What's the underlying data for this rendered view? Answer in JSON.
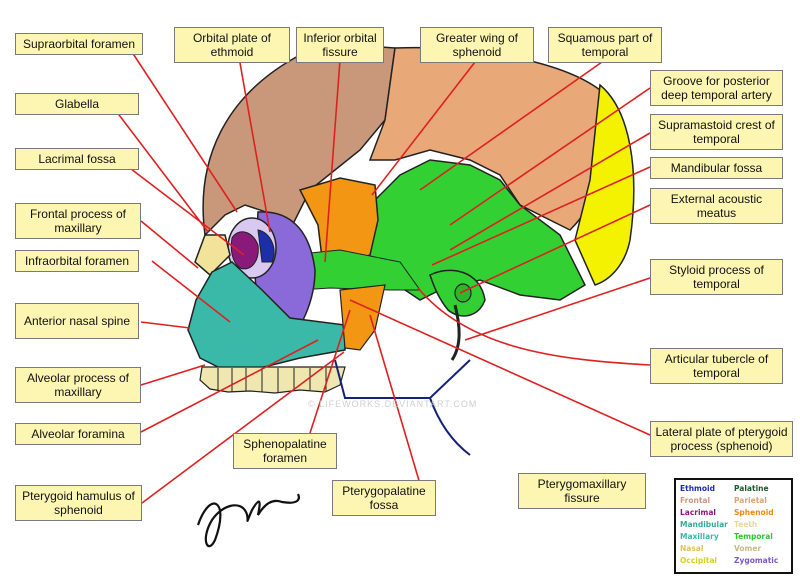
{
  "labels": {
    "supraorbital_foramen": "Supraorbital foramen",
    "orbital_plate_of_ethmoid": "Orbital plate of ethmoid",
    "inferior_orbital_fissure": "Inferior orbital fissure",
    "greater_wing_of_sphenoid": "Greater wing of sphenoid",
    "squamous_part_of_temporal": "Squamous part of temporal",
    "glabella": "Glabella",
    "groove_posterior_deep_temporal_artery": "Groove for posterior deep temporal artery",
    "lacrimal_fossa": "Lacrimal fossa",
    "supramastoid_crest_of_temporal": "Supramastoid crest of temporal",
    "mandibular_fossa": "Mandibular fossa",
    "frontal_process_of_maxillary": "Frontal process of maxillary",
    "external_acoustic_meatus": "External acoustic meatus",
    "infraorbital_foramen": "Infraorbital foramen",
    "styloid_process_of_temporal": "Styloid process of temporal",
    "anterior_nasal_spine": "Anterior nasal spine",
    "alveolar_process_of_maxillary": "Alveolar process of maxillary",
    "articular_tubercle_of_temporal": "Articular tubercle of temporal",
    "alveolar_foramina": "Alveolar foramina",
    "lateral_plate_of_pterygoid": "Lateral plate of pterygoid process (sphenoid)",
    "sphenopalatine_foramen": "Sphenopalatine foramen",
    "pterygoid_hamulus_of_sphenoid": "Pterygoid hamulus of sphenoid",
    "pterygopalatine_fossa": "Pterygopalatine fossa",
    "pterygomaxillary_fissure": "Pterygomaxillary fissure"
  },
  "legend": [
    {
      "name": "Ethmoid",
      "color": "#1c2fa8"
    },
    {
      "name": "Palatine",
      "color": "#1a5a2a"
    },
    {
      "name": "Frontal",
      "color": "#c9987a"
    },
    {
      "name": "Parietal",
      "color": "#e0a070"
    },
    {
      "name": "Lacrimal",
      "color": "#8a1a7a"
    },
    {
      "name": "Sphenoid",
      "color": "#f08a10"
    },
    {
      "name": "Mandibular",
      "color": "#3aa89a"
    },
    {
      "name": "Teeth",
      "color": "#e8d89a"
    },
    {
      "name": "Maxillary",
      "color": "#3ab8a8"
    },
    {
      "name": "Temporal",
      "color": "#2ec82e"
    },
    {
      "name": "Nasal",
      "color": "#e0c060"
    },
    {
      "name": "Vomer",
      "color": "#c8b880"
    },
    {
      "name": "Occipital",
      "color": "#d8d020"
    },
    {
      "name": "Zygomatic",
      "color": "#7a58c8"
    }
  ],
  "watermark": "© LIFEWORKS.DEVIANTART.COM"
}
